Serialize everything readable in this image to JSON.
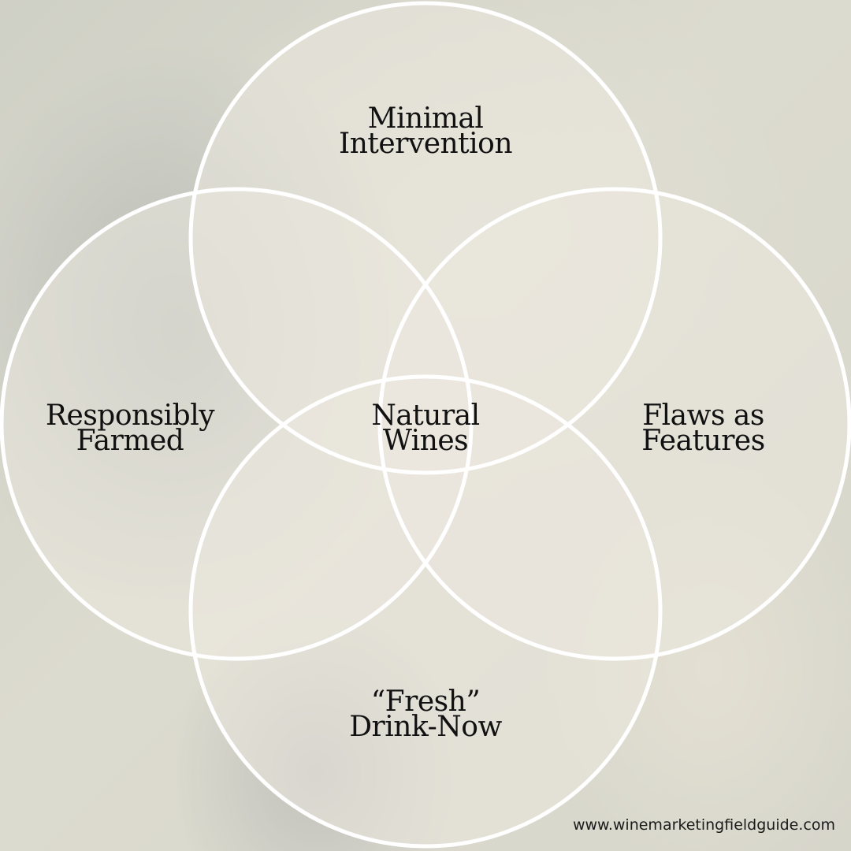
{
  "diagram": {
    "circle_fill": "#ebe8de",
    "stroke_color": "#ffffff",
    "sets": [
      {
        "name": "top",
        "line1": "Minimal",
        "line2": "Intervention"
      },
      {
        "name": "left",
        "line1": "Responsibly",
        "line2": "Farmed"
      },
      {
        "name": "right",
        "line1": "Flaws as",
        "line2": "Features"
      },
      {
        "name": "bottom",
        "line1": "“Fresh”",
        "line2": "Drink-Now"
      }
    ],
    "center": {
      "line1": "Natural",
      "line2": "Wines"
    }
  },
  "footer": {
    "url": "www.winemarketingfieldguide.com"
  }
}
